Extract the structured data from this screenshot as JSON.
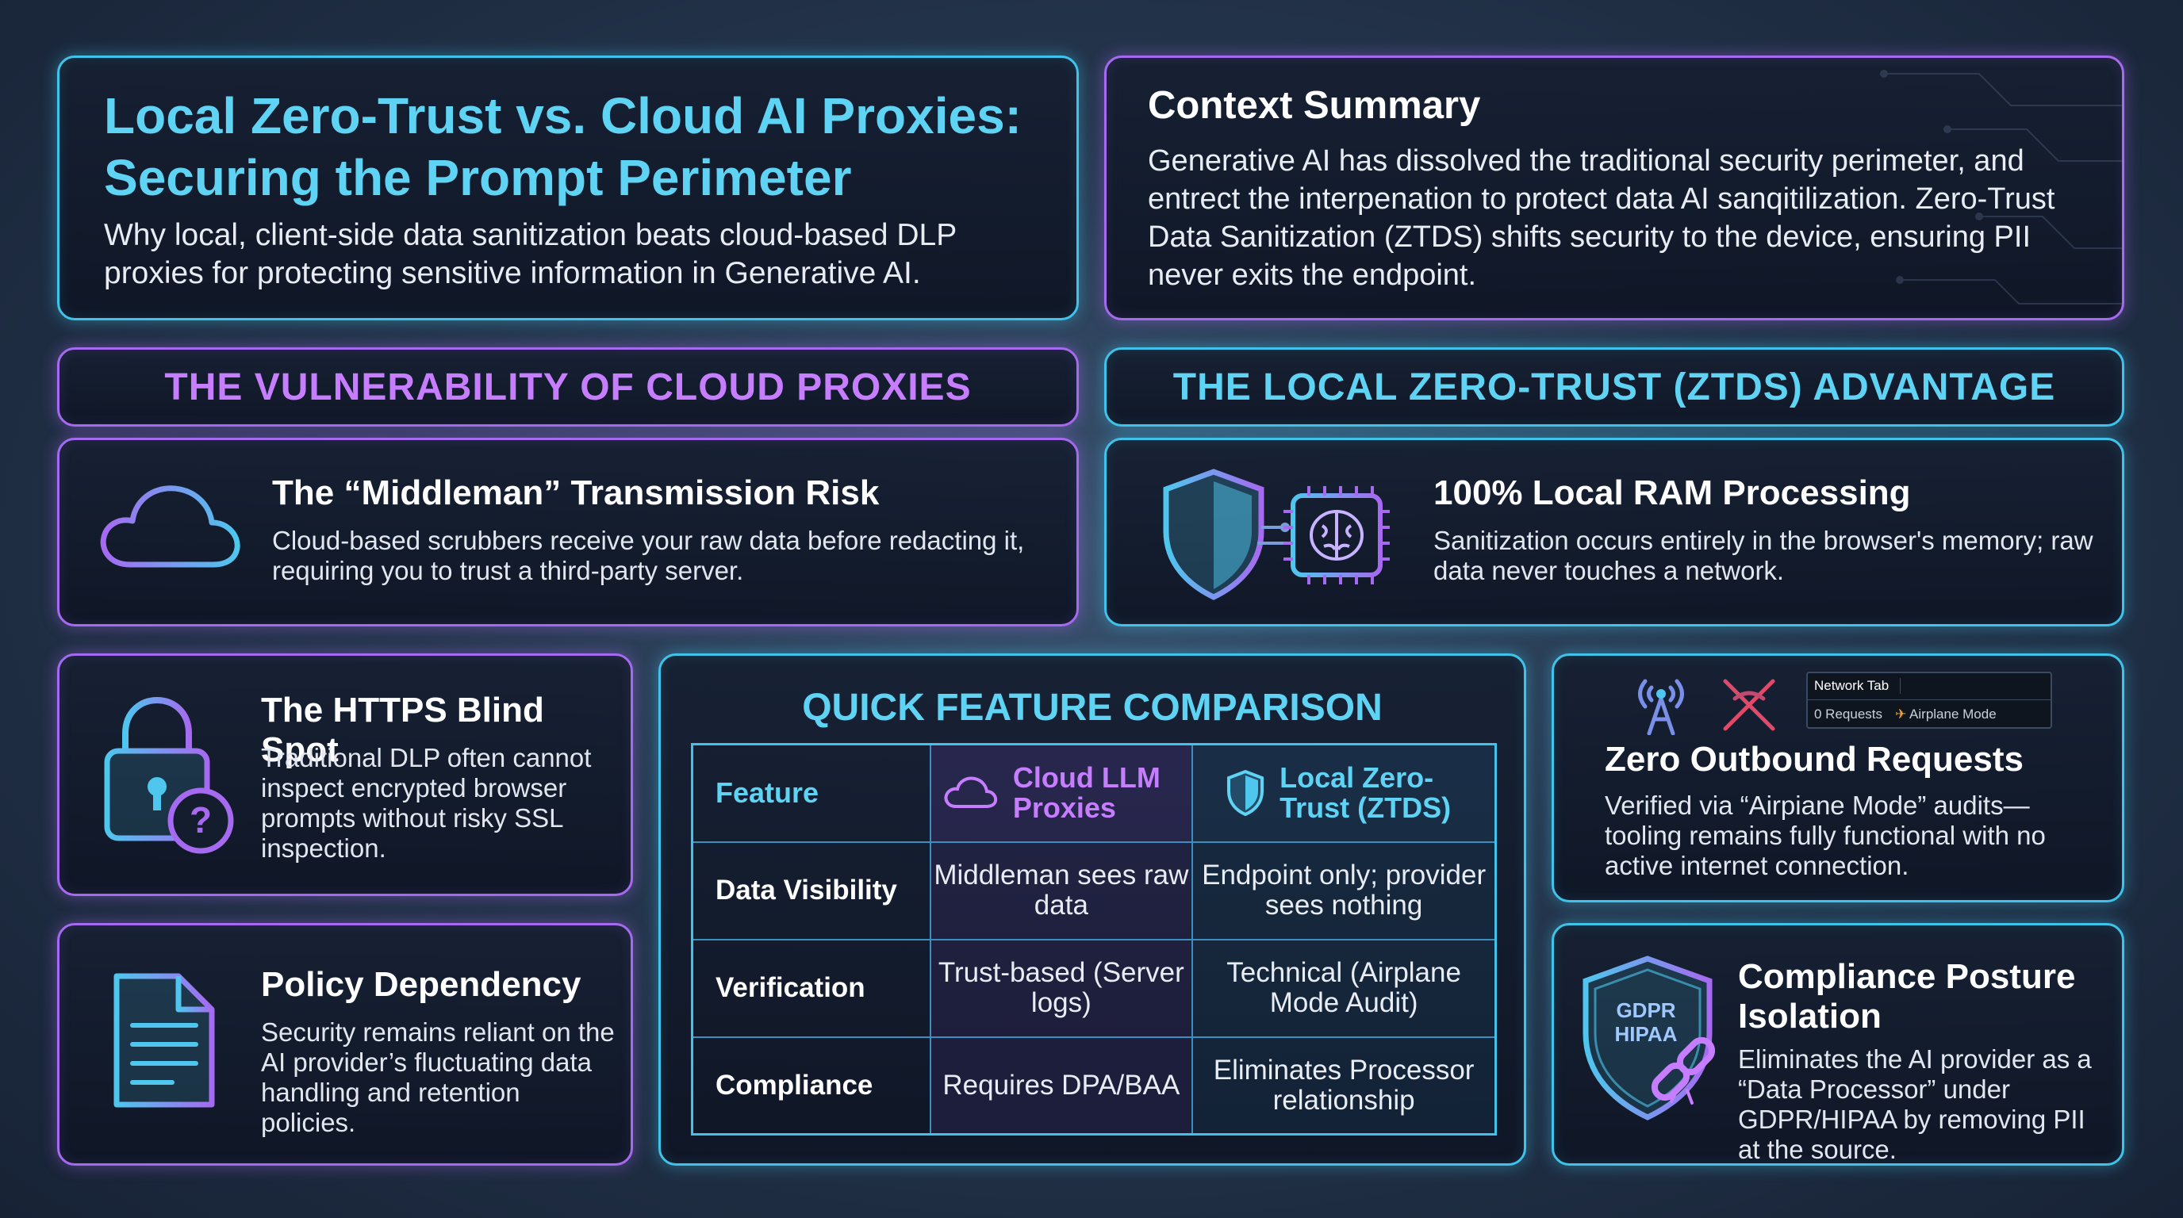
{
  "title": "Local Zero-Trust vs. Cloud AI Proxies: Securing the Prompt Perimeter",
  "subtitle": "Why local, client-side data sanitization beats cloud-based DLP proxies for protecting sensitive information in Generative AI.",
  "context": {
    "heading": "Context Summary",
    "body": "Generative AI has dissolved the traditional security perimeter, and entrect the interpenation to protect data AI sanqitilization. Zero-Trust Data Sanitization (ZTDS) shifts security to the device, ensuring PII never exits the endpoint."
  },
  "sections": {
    "left_header": "THE VULNERABILITY OF CLOUD PROXIES",
    "right_header": "THE LOCAL ZERO-TRUST (ZTDS) ADVANTAGE"
  },
  "cards": {
    "middleman": {
      "title": "The “Middleman” Transmission Risk",
      "text": "Cloud-based scrubbers receive your raw data before redacting it, requiring you to trust a third-party server.",
      "icon": "cloud-icon"
    },
    "ram": {
      "title": "100% Local RAM Processing",
      "text": "Sanitization occurs entirely in the browser's memory; raw data never touches a network.",
      "icon": "shield-chip-icon"
    },
    "https": {
      "title": "The HTTPS Blind Spot",
      "text": "Traditional DLP often cannot inspect encrypted browser prompts without risky SSL inspection.",
      "icon": "lock-question-icon"
    },
    "policy": {
      "title": "Policy Dependency",
      "text": "Security remains reliant on the AI provider’s fluctuating data handling and retention policies.",
      "icon": "document-icon"
    },
    "zero": {
      "title": "Zero Outbound Requests",
      "text": "Verified via “Airpiane Mode” audits—tooling remains fully functional with no active internet connection.",
      "icon": "no-signal-icon",
      "network_tab": "Network Tab",
      "requests": "0 Requests",
      "airplane": "Airplane Mode"
    },
    "compliance": {
      "title": "Compliance Posture Isolation",
      "text": "Eliminates the AI provider as a “Data Processor” under GDPR/HIPAA by removing PII at the source.",
      "icon": "gdpr-shield-icon",
      "badge_line1": "GDPR",
      "badge_line2": "HIPAA"
    }
  },
  "comparison": {
    "title": "QUICK FEATURE COMPARISON",
    "headers": [
      "Feature",
      "Cloud LLM Proxies",
      "Local Zero-Trust (ZTDS)"
    ],
    "rows": [
      [
        "Data Visibility",
        "Middleman sees raw data",
        "Endpoint only; provider sees nothing"
      ],
      [
        "Verification",
        "Trust-based (Server logs)",
        "Technical (Airplane Mode Audit)"
      ],
      [
        "Compliance",
        "Requires DPA/BAA",
        "Eliminates Processor relationship"
      ]
    ]
  },
  "colors": {
    "cyan": "#3fc3ea",
    "violet": "#a66af0",
    "title_cyan": "#5fd3f3",
    "header_violet": "#c77dff"
  }
}
